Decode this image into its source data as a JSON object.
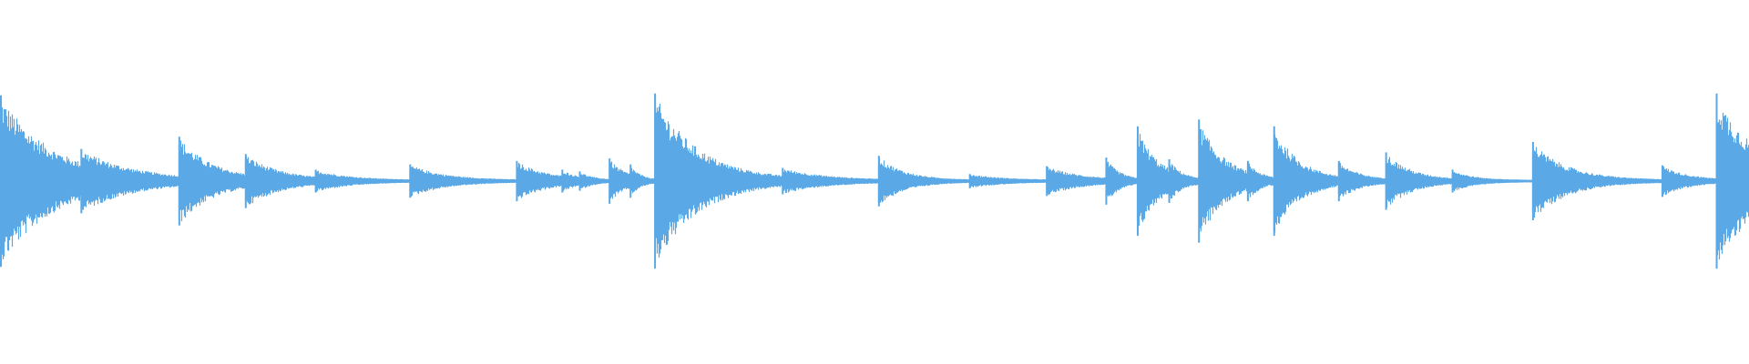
{
  "waveform": {
    "color": "#5aa9e6",
    "background": "#ffffff",
    "duration_fraction_note": "",
    "onsets": [
      {
        "t": 0.0,
        "amp": 0.98,
        "decay": 0.03
      },
      {
        "t": 0.046,
        "amp": 0.36,
        "decay": 0.03
      },
      {
        "t": 0.102,
        "amp": 0.5,
        "decay": 0.02
      },
      {
        "t": 0.128,
        "amp": 0.1,
        "decay": 0.006
      },
      {
        "t": 0.14,
        "amp": 0.3,
        "decay": 0.02
      },
      {
        "t": 0.18,
        "amp": 0.12,
        "decay": 0.02
      },
      {
        "t": 0.234,
        "amp": 0.18,
        "decay": 0.02
      },
      {
        "t": 0.295,
        "amp": 0.22,
        "decay": 0.018
      },
      {
        "t": 0.321,
        "amp": 0.12,
        "decay": 0.01
      },
      {
        "t": 0.331,
        "amp": 0.1,
        "decay": 0.008
      },
      {
        "t": 0.348,
        "amp": 0.25,
        "decay": 0.01
      },
      {
        "t": 0.36,
        "amp": 0.18,
        "decay": 0.006
      },
      {
        "t": 0.374,
        "amp": 1.0,
        "decay": 0.025
      },
      {
        "t": 0.447,
        "amp": 0.14,
        "decay": 0.025
      },
      {
        "t": 0.502,
        "amp": 0.28,
        "decay": 0.015
      },
      {
        "t": 0.554,
        "amp": 0.07,
        "decay": 0.02
      },
      {
        "t": 0.598,
        "amp": 0.16,
        "decay": 0.02
      },
      {
        "t": 0.632,
        "amp": 0.26,
        "decay": 0.008
      },
      {
        "t": 0.65,
        "amp": 0.62,
        "decay": 0.012
      },
      {
        "t": 0.668,
        "amp": 0.24,
        "decay": 0.008
      },
      {
        "t": 0.685,
        "amp": 0.7,
        "decay": 0.015
      },
      {
        "t": 0.713,
        "amp": 0.22,
        "decay": 0.008
      },
      {
        "t": 0.728,
        "amp": 0.62,
        "decay": 0.015
      },
      {
        "t": 0.765,
        "amp": 0.22,
        "decay": 0.012
      },
      {
        "t": 0.792,
        "amp": 0.32,
        "decay": 0.015
      },
      {
        "t": 0.83,
        "amp": 0.12,
        "decay": 0.012
      },
      {
        "t": 0.876,
        "amp": 0.44,
        "decay": 0.02
      },
      {
        "t": 0.95,
        "amp": 0.17,
        "decay": 0.015
      },
      {
        "t": 0.981,
        "amp": 1.0,
        "decay": 0.025
      }
    ]
  }
}
